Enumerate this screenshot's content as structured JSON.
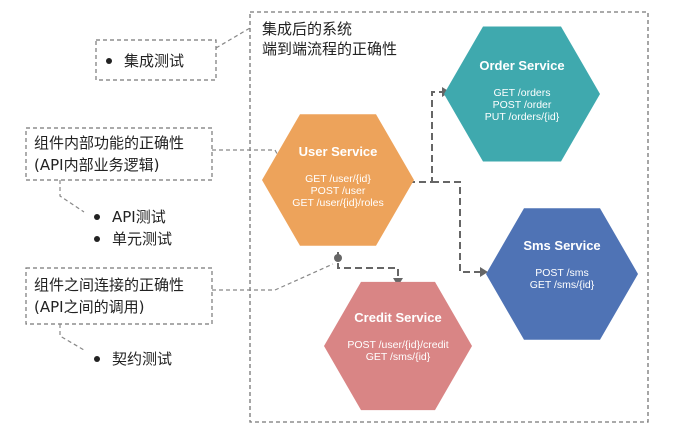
{
  "system_label": [
    "集成后的系统",
    "端到端流程的正确性"
  ],
  "integration_bullet": "集成测试",
  "component_internal_note": [
    "组件内部功能的正确性",
    "(API内部业务逻辑)"
  ],
  "unit_bullets": [
    "API测试",
    "单元测试"
  ],
  "component_connection_note": [
    "组件之间连接的正确性",
    "(API之间的调用)"
  ],
  "contract_bullet": "契约测试",
  "services": [
    {
      "id": "user",
      "name": "User Service",
      "color": "#EDA35B",
      "endpoints": [
        "GET /user/{id}",
        "POST /user",
        "GET /user/{id}/roles"
      ]
    },
    {
      "id": "order",
      "name": "Order Service",
      "color": "#3FA9AE",
      "endpoints": [
        "GET /orders",
        "POST /order",
        "PUT /orders/{id}"
      ]
    },
    {
      "id": "sms",
      "name": "Sms Service",
      "color": "#4F73B5",
      "endpoints": [
        "POST /sms",
        "GET /sms/{id}"
      ]
    },
    {
      "id": "credit",
      "name": "Credit Service",
      "color": "#D98585",
      "endpoints": [
        "POST /user/{id}/credit",
        "GET /sms/{id}"
      ]
    }
  ],
  "colors": {
    "connector": "#666666",
    "border": "#777777"
  }
}
